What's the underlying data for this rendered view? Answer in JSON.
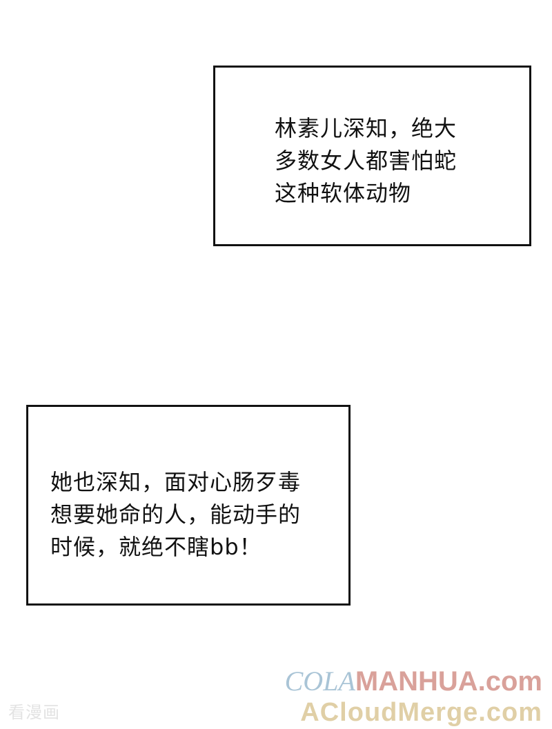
{
  "captions": [
    {
      "lines": [
        "林素儿深知，绝大",
        "多数女人都害怕蛇",
        "这种软体动物"
      ]
    },
    {
      "lines": [
        "她也深知，面对心肠歹毒",
        "想要她命的人，能动手的",
        "时候，就绝不瞎bb！"
      ]
    }
  ],
  "watermarks": {
    "left": "看漫画",
    "right_line1_part1": "COLA",
    "right_line1_part2": "MANHUA.com",
    "right_line2": "ACloudMerge.com"
  },
  "colors": {
    "border": "#111111",
    "text": "#111111",
    "background": "#ffffff"
  }
}
